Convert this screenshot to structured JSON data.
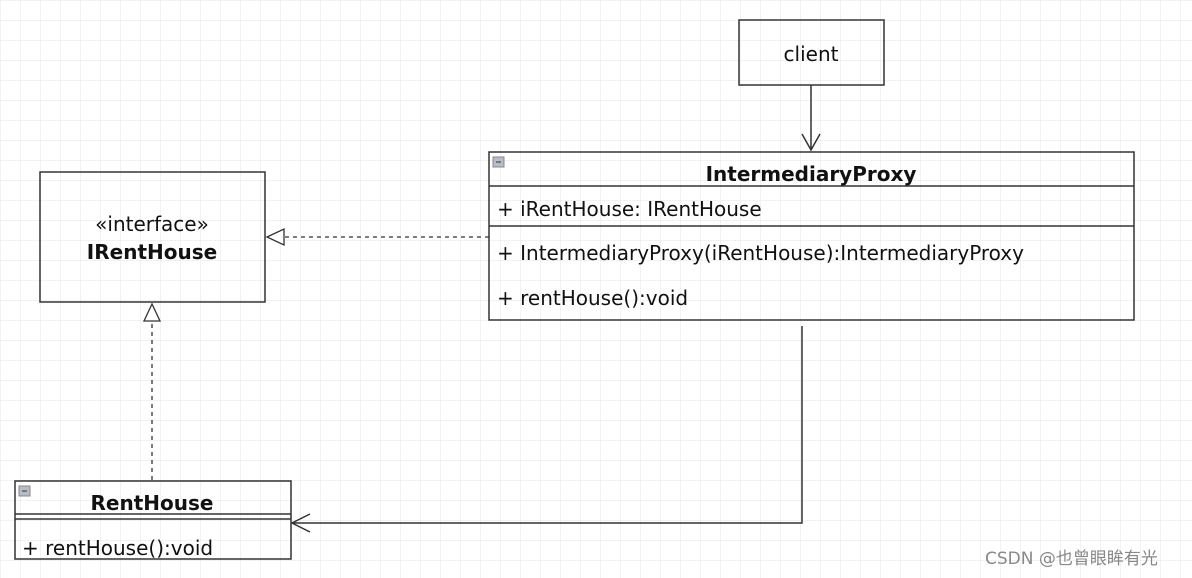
{
  "client": {
    "label": "client"
  },
  "interface": {
    "stereotype": "«interface»",
    "name": "IRentHouse"
  },
  "proxy": {
    "name": "IntermediaryProxy",
    "attributes": [
      "+ iRentHouse: IRentHouse"
    ],
    "operations": [
      "+ IntermediaryProxy(iRentHouse):IntermediaryProxy",
      "+ rentHouse():void"
    ]
  },
  "rent_house": {
    "name": "RentHouse",
    "operations": [
      "+ rentHouse():void"
    ]
  },
  "watermark": "CSDN @也曾眼眸有光",
  "colors": {
    "grid": "#e4e4e4",
    "stroke": "#333333",
    "collapse_icon": "#b8bcc8"
  }
}
